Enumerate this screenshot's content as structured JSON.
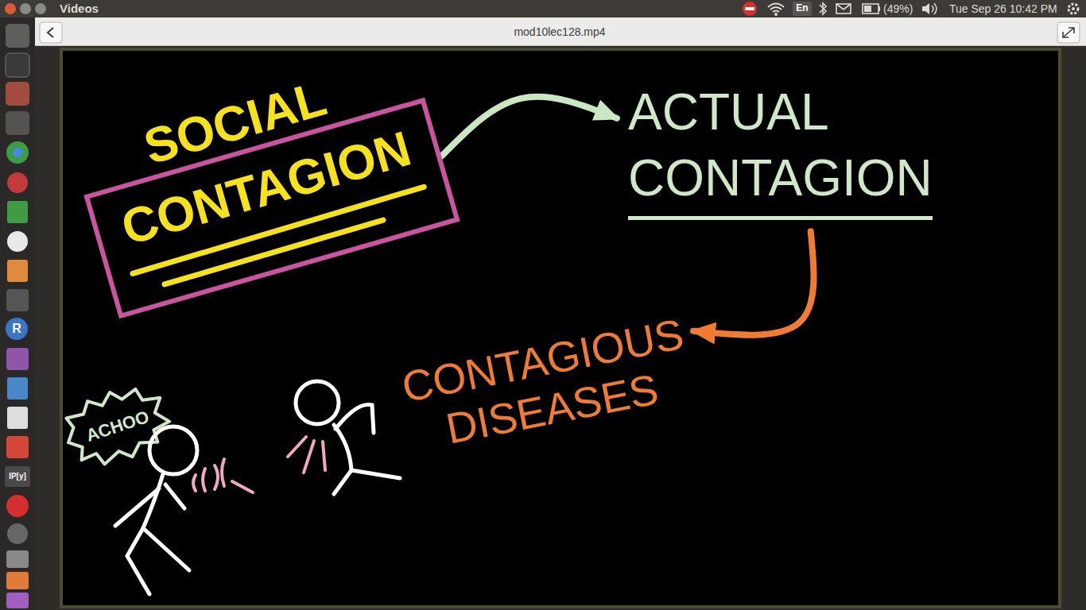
{
  "diagram": {
    "nodes": [
      {
        "text": [
          "SOCIAL",
          "CONTAGION"
        ]
      },
      {
        "text": [
          "ACTUAL CONTAGION"
        ]
      },
      {
        "text": [
          "CONTAGIOUS DISEASES"
        ]
      }
    ],
    "edges": [
      {
        "from": 0,
        "to": 1,
        "arrow": "to"
      },
      {
        "from": 1,
        "to": 2,
        "arrow": "to"
      }
    ],
    "labels": [
      "Videos",
      "En",
      "(49%)",
      "Tue Sep 26 10:42 PM",
      "mod10lec128.mp4",
      "R",
      "IP[y]",
      "ACHOO"
    ]
  }
}
